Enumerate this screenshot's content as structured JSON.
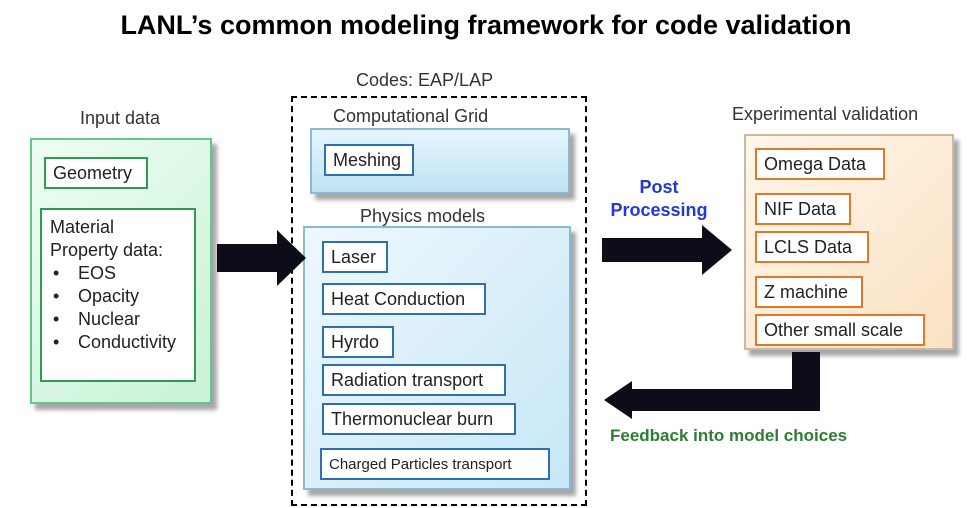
{
  "title": "LANL’s common modeling framework for code validation",
  "input": {
    "heading": "Input data",
    "geometry": "Geometry",
    "material_title_line1": "Material",
    "material_title_line2": "Property data:",
    "material_items": [
      "EOS",
      "Opacity",
      "Nuclear",
      "Conductivity"
    ]
  },
  "codes": {
    "heading": "Codes: EAP/LAP",
    "grid_heading": "Computational Grid",
    "meshing": "Meshing",
    "physics_heading": "Physics models",
    "physics_items": [
      "Laser",
      "Heat Conduction",
      "Hyrdo",
      "Radiation transport",
      "Thermonuclear burn",
      "Charged  Particles transport"
    ]
  },
  "post_processing": {
    "line1": "Post",
    "line2": "Processing"
  },
  "experimental": {
    "heading": "Experimental validation",
    "items": [
      "Omega Data",
      "NIF Data",
      "LCLS Data",
      "Z machine",
      "Other small scale"
    ]
  },
  "feedback": "Feedback into model choices",
  "colors": {
    "input_border": "#2e9a52",
    "codes_border": "#2d6fb0",
    "exp_border": "#e07a2a",
    "post_text": "#1f3ad6",
    "feedback_text": "#2e7d32",
    "arrow": "#0d0d1a"
  }
}
